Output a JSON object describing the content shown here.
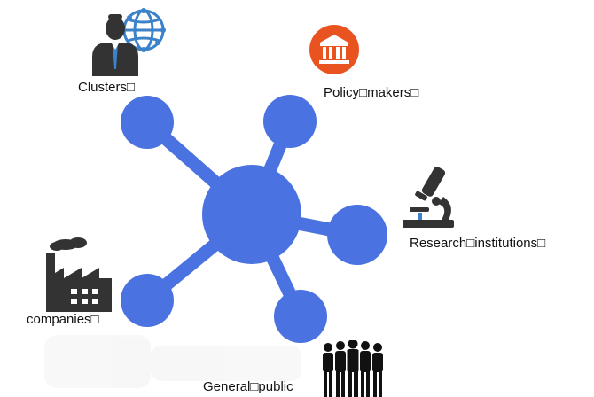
{
  "diagram": {
    "labels": {
      "clusters": "Clusters□",
      "policy_makers": "Policy□makers□",
      "research": "Research□institutions□",
      "companies": "companies□",
      "general_public": "General□public"
    },
    "icons": {
      "clusters": "businessman-globe-icon",
      "policy_makers": "government-building-icon",
      "research": "microscope-icon",
      "companies": "factory-icon",
      "general_public": "crowd-people-icon"
    },
    "colors": {
      "node": "#4A72E0",
      "edge": "#4A72E0",
      "policy_badge": "#E9531F",
      "globe": "#3C82C8",
      "dark_icon": "#333333",
      "crowd": "#111111"
    }
  }
}
